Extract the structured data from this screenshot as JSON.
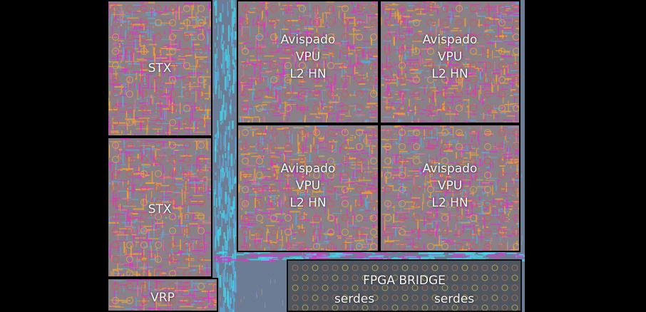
{
  "blocks": {
    "stx_top": {
      "label": "STX"
    },
    "stx_bottom": {
      "label": "STX"
    },
    "vrp": {
      "label": "VRP"
    },
    "core_1": {
      "lines": [
        "Avispado",
        "VPU",
        "L2 HN"
      ]
    },
    "core_2": {
      "lines": [
        "Avispado",
        "VPU",
        "L2 HN"
      ]
    },
    "core_3": {
      "lines": [
        "Avispado",
        "VPU",
        "L2 HN"
      ]
    },
    "core_4": {
      "lines": [
        "Avispado",
        "VPU",
        "L2 HN"
      ]
    },
    "fpga_bridge": {
      "title": "FPGA BRIDGE",
      "serdes_left": "serdes",
      "serdes_right": "serdes"
    }
  },
  "colors": {
    "background": "#000000",
    "die_base": "#8a8088",
    "logic_magenta": "#d838c8",
    "logic_orange": "#f0a030",
    "route_blue": "#5aa8d8",
    "route_cyan": "#40d8e8",
    "pad_red": "#e05050",
    "pad_yellow": "#e8c040",
    "bridge_gray": "#4e5660"
  }
}
